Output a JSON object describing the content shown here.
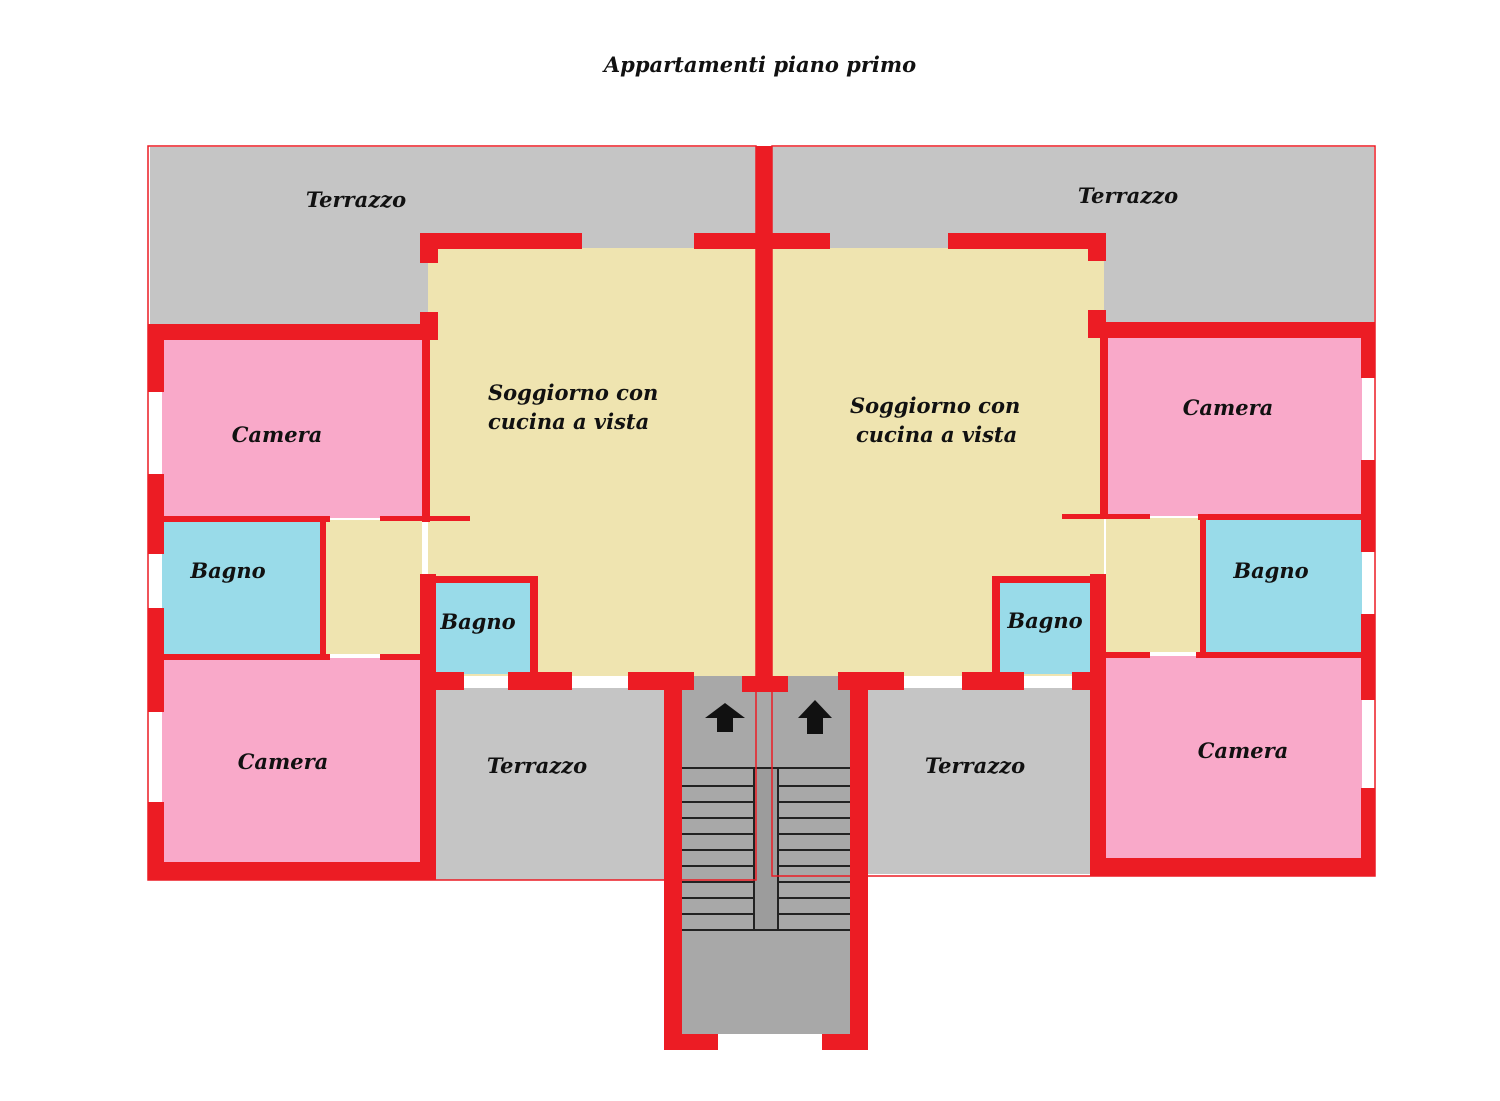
{
  "title": "Appartamenti piano primo",
  "colors": {
    "wall": "#ec1c24",
    "terrace": "#c5c5c5",
    "living": "#efe4b0",
    "bedroom": "#f9a9c9",
    "bathroom": "#99dbe9",
    "stair": "#a8a8a8",
    "opening": "#ffffff",
    "arrow": "#111111"
  },
  "rooms": {
    "terrazzo_top_left": "Terrazzo",
    "terrazzo_top_right": "Terrazzo",
    "soggiorno_left": [
      "Soggiorno con",
      "cucina a vista"
    ],
    "soggiorno_right": [
      "Soggiorno con",
      "cucina a vista"
    ],
    "camera_left_upper": "Camera",
    "camera_right_upper": "Camera",
    "bagno_left_outer": "Bagno",
    "bagno_left_inner": "Bagno",
    "bagno_right_inner": "Bagno",
    "bagno_right_outer": "Bagno",
    "camera_left_lower": "Camera",
    "camera_right_lower": "Camera",
    "terrazzo_bottom_left": "Terrazzo",
    "terrazzo_bottom_right": "Terrazzo"
  },
  "icons": {
    "stair_arrows": [
      "up-arrow-icon",
      "up-arrow-icon"
    ]
  }
}
